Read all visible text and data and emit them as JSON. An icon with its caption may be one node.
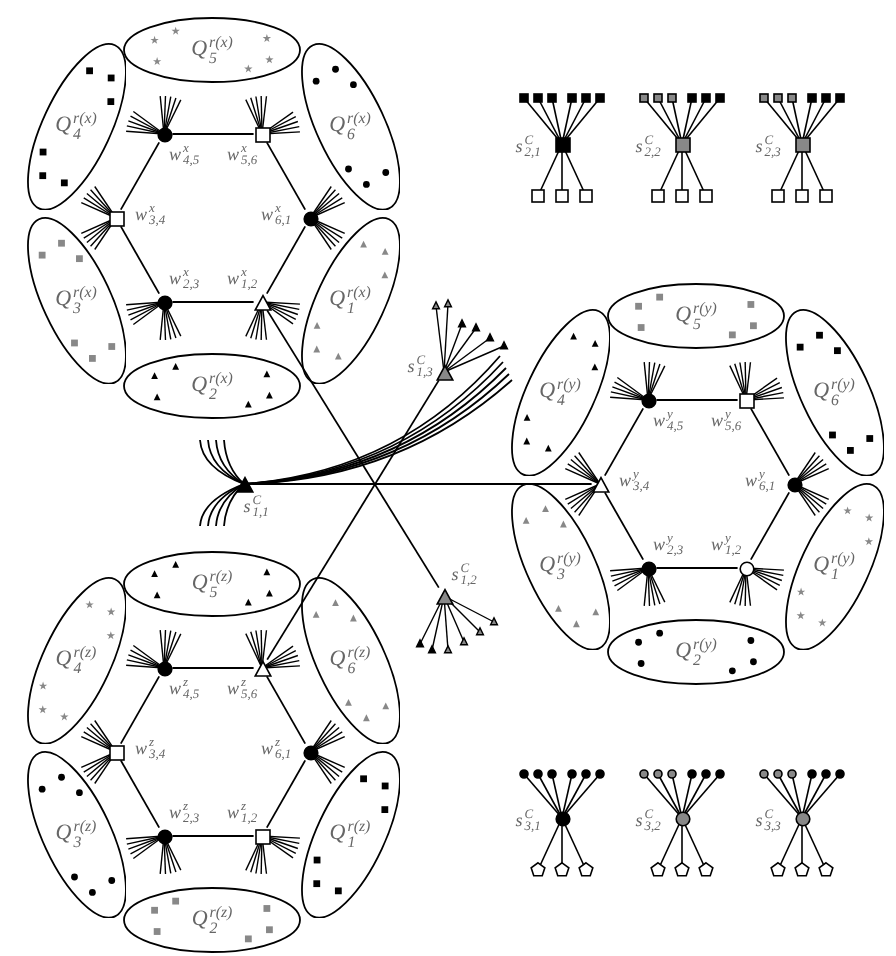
{
  "diagram": {
    "nodes": [
      {
        "text": [
          "Q$_{5}$$^{r(x)}$"
        ]
      },
      {
        "text": [
          "Q$_{4}$$^{r(x)}$"
        ]
      },
      {
        "text": [
          "Q$_{6}$$^{r(x)}$"
        ]
      },
      {
        "text": [],
        "shape": "circle",
        "beside": [
          "w$_{4,5}$$^{x}$"
        ]
      },
      {
        "text": [],
        "shape": "box",
        "beside": [
          "w$_{5,6}$$^{x}$"
        ]
      },
      {
        "text": [],
        "shape": "box",
        "beside": [
          "w$_{3,4}$$^{x}$"
        ]
      },
      {
        "text": [],
        "shape": "circle",
        "beside": [
          "w$_{6,1}$$^{x}$"
        ]
      },
      {
        "text": [],
        "shape": "circle",
        "beside": [
          "w$_{2,3}$$^{x}$"
        ]
      },
      {
        "text": [],
        "shape": "triangle",
        "beside": [
          "w$_{1,2}$$^{x}$"
        ]
      },
      {
        "text": [
          "Q$_{3}$$^{r(x)}$"
        ]
      },
      {
        "text": [
          "Q$_{1}$$^{r(x)}$"
        ]
      },
      {
        "text": [
          "Q$_{2}$$^{r(x)}$"
        ]
      },
      {
        "text": [],
        "shape": "box",
        "beside": [
          "s$_{2,1}$$^{C}$"
        ]
      },
      {
        "text": [],
        "shape": "box",
        "beside": [
          "s$_{2,2}$$^{C}$"
        ]
      },
      {
        "text": [],
        "shape": "box",
        "beside": [
          "s$_{2,3}$$^{C}$"
        ]
      },
      {
        "text": [],
        "shape": "triangle",
        "beside": [
          "s$_{1,3}$$^{C}$"
        ]
      },
      {
        "text": [],
        "shape": "triangle",
        "beside": [
          "s$_{1,1}$$^{C}$"
        ]
      },
      {
        "text": [
          "Q$_{5}$$^{r(y)}$"
        ]
      },
      {
        "text": [
          "Q$_{4}$$^{r(y)}$"
        ]
      },
      {
        "text": [
          "Q$_{6}$$^{r(y)}$"
        ]
      },
      {
        "text": [],
        "shape": "circle",
        "beside": [
          "w$_{4,5}$$^{y}$"
        ]
      },
      {
        "text": [],
        "shape": "box",
        "beside": [
          "w$_{5,6}$$^{y}$"
        ]
      },
      {
        "text": [],
        "shape": "triangle",
        "beside": [
          "w$_{3,4}$$^{y}$"
        ]
      },
      {
        "text": [],
        "shape": "circle",
        "beside": [
          "w$_{6,1}$$^{y}$"
        ]
      },
      {
        "text": [],
        "shape": "circle",
        "beside": [
          "w$_{2,3}$$^{y}$"
        ]
      },
      {
        "text": [],
        "shape": "circle",
        "beside": [
          "w$_{1,2}$$^{y}$"
        ]
      },
      {
        "text": [
          "Q$_{3}$$^{r(y)}$"
        ]
      },
      {
        "text": [
          "Q$_{1}$$^{r(y)}$"
        ]
      },
      {
        "text": [
          "Q$_{2}$$^{r(y)}$"
        ]
      },
      {
        "text": [],
        "shape": "triangle",
        "beside": [
          "s$_{1,2}$$^{C}$"
        ]
      },
      {
        "text": [
          "Q$_{5}$$^{r(z)}$"
        ]
      },
      {
        "text": [
          "Q$_{4}$$^{r(z)}$"
        ]
      },
      {
        "text": [
          "Q$_{6}$$^{r(z)}$"
        ]
      },
      {
        "text": [],
        "shape": "circle",
        "beside": [
          "w$_{4,5}$$^{z}$"
        ]
      },
      {
        "text": [],
        "shape": "triangle",
        "beside": [
          "w$_{5,6}$$^{z}$"
        ]
      },
      {
        "text": [],
        "shape": "box",
        "beside": [
          "w$_{3,4}$$^{z}$"
        ]
      },
      {
        "text": [],
        "shape": "circle",
        "beside": [
          "w$_{6,1}$$^{z}$"
        ]
      },
      {
        "text": [],
        "shape": "circle",
        "beside": [
          "w$_{2,3}$$^{z}$"
        ]
      },
      {
        "text": [],
        "shape": "box",
        "beside": [
          "w$_{1,2}$$^{z}$"
        ]
      },
      {
        "text": [
          "Q$_{3}$$^{r(z)}$"
        ]
      },
      {
        "text": [
          "Q$_{1}$$^{r(z)}$"
        ]
      },
      {
        "text": [
          "Q$_{2}$$^{r(z)}$"
        ]
      },
      {
        "text": [],
        "shape": "circle",
        "beside": [
          "s$_{3,1}$$^{C}$"
        ]
      },
      {
        "text": [],
        "shape": "circle",
        "beside": [
          "s$_{3,2}$$^{C}$"
        ]
      },
      {
        "text": [],
        "shape": "circle",
        "beside": [
          "s$_{3,3}$$^{C}$"
        ]
      }
    ],
    "edges": [
      {
        "from": 3,
        "to": 4,
        "arrow": "none"
      },
      {
        "from": 4,
        "to": 6,
        "arrow": "none"
      },
      {
        "from": 6,
        "to": 8,
        "arrow": "none"
      },
      {
        "from": 8,
        "to": 7,
        "arrow": "none"
      },
      {
        "from": 7,
        "to": 5,
        "arrow": "none"
      },
      {
        "from": 5,
        "to": 3,
        "arrow": "none"
      },
      {
        "from": 20,
        "to": 21,
        "arrow": "none"
      },
      {
        "from": 21,
        "to": 23,
        "arrow": "none"
      },
      {
        "from": 23,
        "to": 25,
        "arrow": "none"
      },
      {
        "from": 25,
        "to": 24,
        "arrow": "none"
      },
      {
        "from": 24,
        "to": 22,
        "arrow": "none"
      },
      {
        "from": 22,
        "to": 20,
        "arrow": "none"
      },
      {
        "from": 33,
        "to": 34,
        "arrow": "none"
      },
      {
        "from": 34,
        "to": 36,
        "arrow": "none"
      },
      {
        "from": 36,
        "to": 38,
        "arrow": "none"
      },
      {
        "from": 38,
        "to": 37,
        "arrow": "none"
      },
      {
        "from": 37,
        "to": 35,
        "arrow": "none"
      },
      {
        "from": 35,
        "to": 33,
        "arrow": "none"
      },
      {
        "from": 16,
        "to": 22,
        "arrow": "none"
      },
      {
        "from": 8,
        "to": 29,
        "arrow": "none"
      },
      {
        "from": 34,
        "to": 15,
        "arrow": "none"
      }
    ]
  }
}
